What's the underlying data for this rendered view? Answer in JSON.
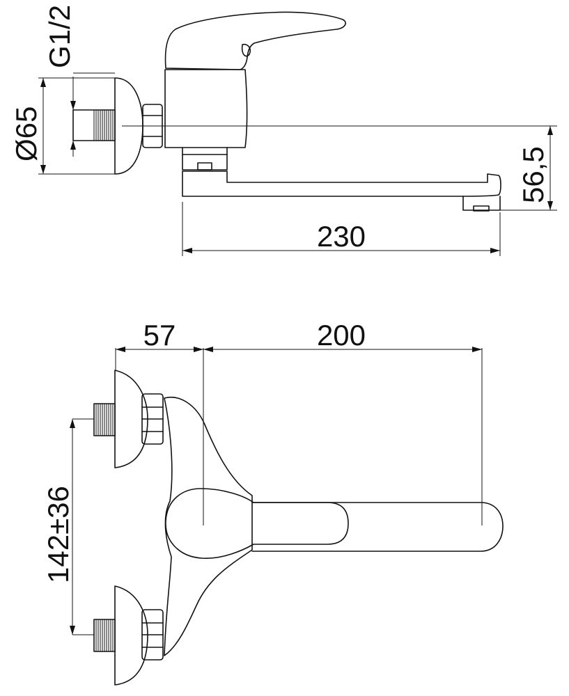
{
  "side_view": {
    "dim_thread": "G1/2",
    "dim_flange_diameter": "Ø65",
    "dim_spout_height": "56,5",
    "dim_spout_length": "230"
  },
  "top_view": {
    "dim_inlet_offset": "57",
    "dim_spout_reach": "200",
    "dim_inlet_spacing": "142±36"
  }
}
